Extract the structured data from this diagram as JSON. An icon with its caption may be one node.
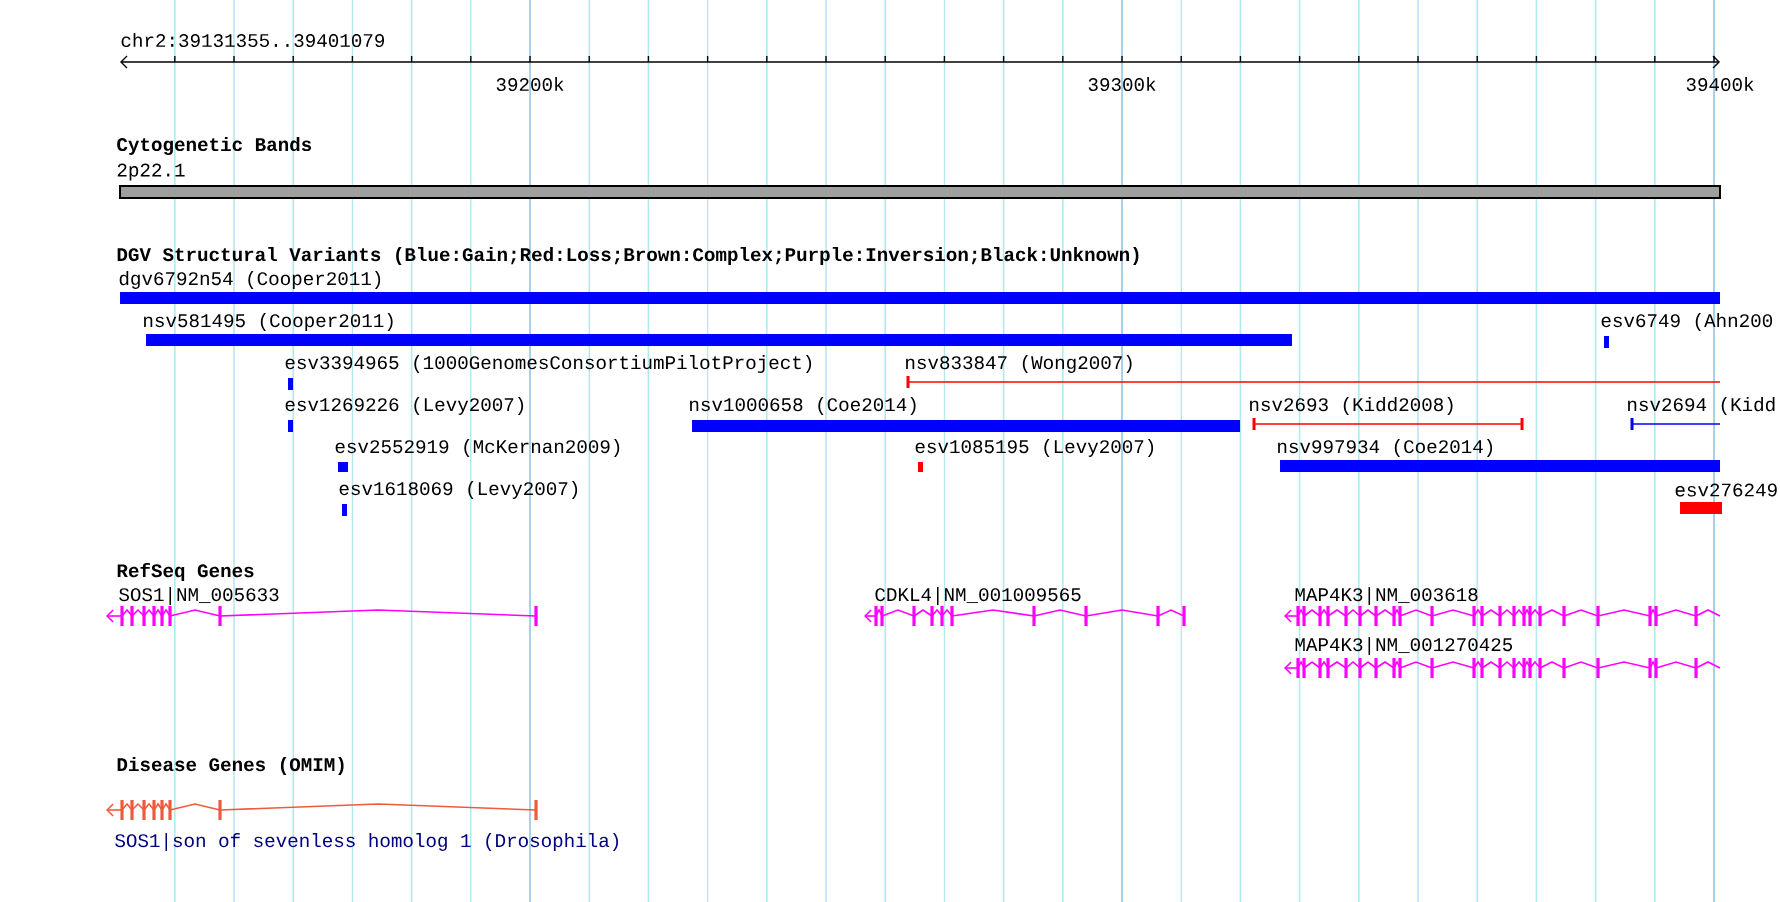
{
  "diagram": {
    "labels": [
      "chr2:39131355..39401079",
      "39200k",
      "39300k",
      "39400k",
      "Cytogenetic Bands",
      "2p22.1",
      "DGV Structural Variants (Blue:Gain;Red:Loss;Brown:Complex;Purple:Inversion;Black:Unknown)",
      "dgv6792n54 (Cooper2011)",
      "nsv581495 (Cooper2011)",
      "esv6749 (Ahn200",
      "esv3394965 (1000GenomesConsortiumPilotProject)",
      "nsv833847 (Wong2007)",
      "esv1269226 (Levy2007)",
      "nsv1000658 (Coe2014)",
      "nsv2693 (Kidd2008)",
      "nsv2694 (Kidd",
      "esv2552919 (McKernan2009)",
      "esv1085195 (Levy2007)",
      "nsv997934 (Coe2014)",
      "esv1618069 (Levy2007)",
      "esv276249",
      "RefSeq Genes",
      "SOS1|NM_005633",
      "CDKL4|NM_001009565",
      "MAP4K3|NM_003618",
      "MAP4K3|NM_001270425",
      "Disease Genes (OMIM)",
      "SOS1|son of sevenless homolog 1 (Drosophila)"
    ]
  }
}
